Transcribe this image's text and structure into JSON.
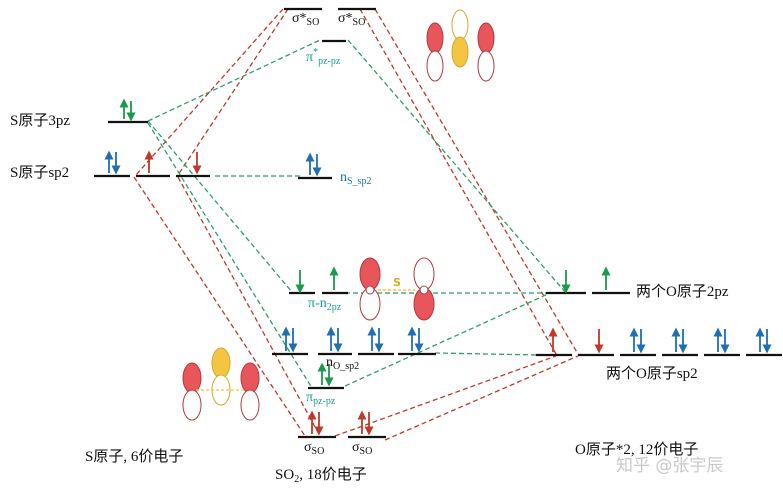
{
  "sulfur": {
    "label_3pz": "S原子3pz",
    "label_sp2": "S原子sp2",
    "caption": "S原子, 6价电子"
  },
  "oxygen": {
    "label_2pz": "两个O原子2pz",
    "label_sp2": "两个O原子sp2",
    "caption": "O原子*2, 12价电子"
  },
  "molecule": {
    "caption_prefix": "SO",
    "caption_sub": "2",
    "caption_suffix": ", 18价电子"
  },
  "mo": {
    "sigma_star_1": {
      "main": "σ*",
      "sub": "SO"
    },
    "sigma_star_2": {
      "main": "σ*",
      "sub": "SO"
    },
    "pi_star": {
      "main": "π",
      "sup": "*",
      "sub": "pz-pz"
    },
    "n_s": {
      "main": "n",
      "sub": "S_sp2"
    },
    "pi_n": {
      "main": "π-n",
      "sub": "2pz"
    },
    "n_o": {
      "main": "n",
      "sub": "O_sp2"
    },
    "pi_pz": {
      "main": "π",
      "sub": "pz-pz"
    },
    "sigma_1": {
      "main": "σ",
      "sub": "SO"
    },
    "sigma_2": {
      "main": "σ",
      "sub": "SO"
    }
  },
  "watermark": "知乎 @张宇辰",
  "colors": {
    "dashed_red": "#c0392b",
    "dashed_green": "#2e9e6b",
    "arrow_red": "#c0392b",
    "arrow_blue": "#1f6fb1",
    "arrow_green": "#1a9a4a",
    "lobe_red": "#e8555a",
    "lobe_yellow": "#f4c542",
    "text_teal": "#16a08e"
  }
}
